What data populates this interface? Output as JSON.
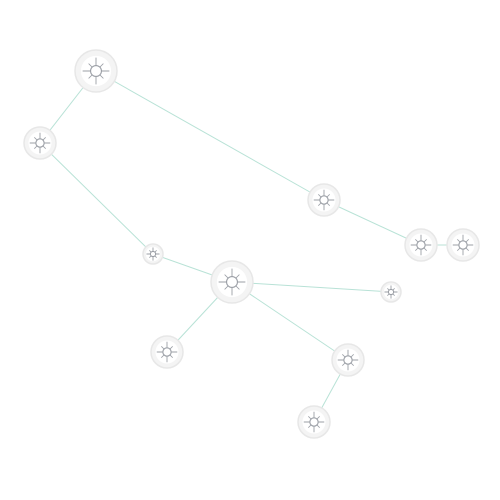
{
  "colors": {
    "background": "#ffffff",
    "edge": "#b8e2d6",
    "node_ring": "#e7e7e7",
    "node_fill": "#ffffff",
    "glyph": "#9b9fa6"
  },
  "graph": {
    "nodes": [
      {
        "id": "n0",
        "icon": "sparkle-star-icon",
        "size": "large"
      },
      {
        "id": "n1",
        "icon": "sparkle-star-icon",
        "size": "medium"
      },
      {
        "id": "n2",
        "icon": "sparkle-star-icon",
        "size": "medium"
      },
      {
        "id": "n3",
        "icon": "sparkle-star-icon",
        "size": "medium"
      },
      {
        "id": "n4",
        "icon": "sparkle-star-icon",
        "size": "medium"
      },
      {
        "id": "n5",
        "icon": "sparkle-star-icon",
        "size": "small"
      },
      {
        "id": "n6",
        "icon": "sparkle-star-icon",
        "size": "large"
      },
      {
        "id": "n7",
        "icon": "sparkle-star-icon",
        "size": "small"
      },
      {
        "id": "n8",
        "icon": "sparkle-star-icon",
        "size": "medium"
      },
      {
        "id": "n9",
        "icon": "sparkle-star-icon",
        "size": "medium"
      },
      {
        "id": "n10",
        "icon": "sparkle-star-icon",
        "size": "medium"
      }
    ],
    "edges": [
      {
        "from": "n0",
        "to": "n1"
      },
      {
        "from": "n0",
        "to": "n2"
      },
      {
        "from": "n2",
        "to": "n3"
      },
      {
        "from": "n3",
        "to": "n4"
      },
      {
        "from": "n1",
        "to": "n5"
      },
      {
        "from": "n5",
        "to": "n6"
      },
      {
        "from": "n6",
        "to": "n7"
      },
      {
        "from": "n6",
        "to": "n8"
      },
      {
        "from": "n8",
        "to": "n9"
      }
    ]
  }
}
